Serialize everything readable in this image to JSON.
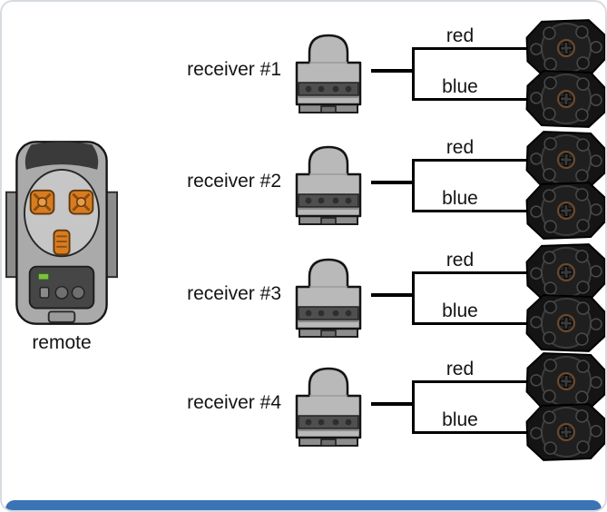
{
  "page": {
    "background": "#ffffff",
    "footer_bar_color": "#3a74b4",
    "line_color": "#000000"
  },
  "remote": {
    "label": "remote"
  },
  "receivers": [
    {
      "label": "receiver #1",
      "channels": {
        "red": "red",
        "blue": "blue"
      }
    },
    {
      "label": "receiver #2",
      "channels": {
        "red": "red",
        "blue": "blue"
      }
    },
    {
      "label": "receiver #3",
      "channels": {
        "red": "red",
        "blue": "blue"
      }
    },
    {
      "label": "receiver #4",
      "channels": {
        "red": "red",
        "blue": "blue"
      }
    }
  ],
  "icons": {
    "remote": "pf-remote-icon",
    "receiver": "ir-receiver-icon",
    "motor": "pf-motor-icon"
  }
}
